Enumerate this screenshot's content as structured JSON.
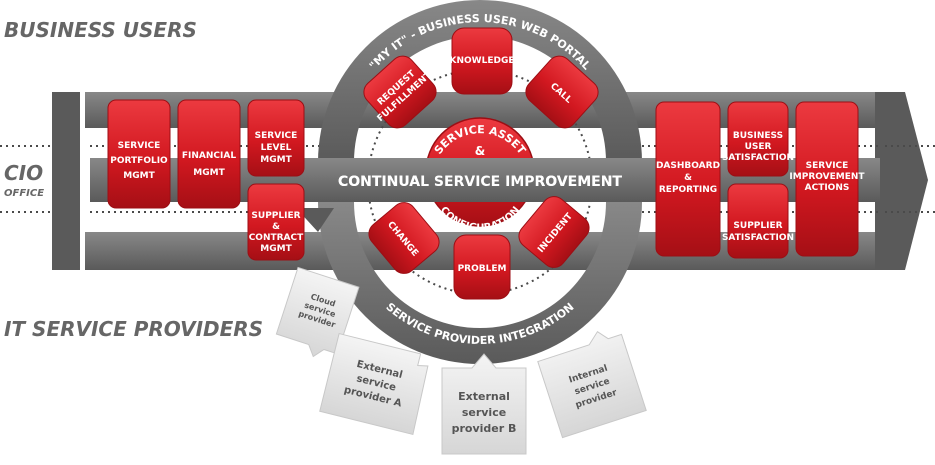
{
  "labels": {
    "business_users": "BUSINESS USERS",
    "cio": "CIO",
    "office": "OFFICE",
    "it_service_providers": "IT SERVICE PROVIDERS",
    "portal_arc": "\"MY IT\" - BUSINESS USER WEB PORTAL",
    "csi_band": "CONTINUAL SERVICE IMPROVEMENT",
    "spi_arc": "SERVICE PROVIDER INTEGRATION"
  },
  "left_boxes": {
    "service_portfolio": [
      "SERVICE",
      "PORTFOLIO",
      "MGMT"
    ],
    "financial": [
      "FINANCIAL",
      "MGMT"
    ],
    "service_level": [
      "SERVICE",
      "LEVEL",
      "MGMT"
    ],
    "supplier_contract": [
      "SUPPLIER",
      "&",
      "CONTRACT",
      "MGMT"
    ]
  },
  "right_boxes": {
    "dashboard": [
      "DASHBOARD",
      "&",
      "REPORTING"
    ],
    "business_user_sat": [
      "BUSINESS",
      "USER",
      "SATISFACTION"
    ],
    "supplier_sat": [
      "SUPPLIER",
      "SATISFACTION"
    ],
    "service_improvement": [
      "SERVICE",
      "IMPROVEMENT",
      "ACTIONS"
    ]
  },
  "hub": {
    "top": "SERVICE ASSET",
    "middle": "&",
    "bottom": "CONFIGURATION"
  },
  "petals": {
    "request": [
      "REQUEST",
      "FULFILLMENT"
    ],
    "knowledge": [
      "KNOWLEDGE"
    ],
    "call": [
      "CALL"
    ],
    "change": [
      "CHANGE"
    ],
    "problem": [
      "PROBLEM"
    ],
    "incident": [
      "INCIDENT"
    ]
  },
  "providers": {
    "cloud": [
      "Cloud",
      "service",
      "provider"
    ],
    "external_a": [
      "External",
      "service",
      "provider A"
    ],
    "external_b": [
      "External",
      "service",
      "provider B"
    ],
    "internal": [
      "Internal",
      "service",
      "provider"
    ]
  },
  "colors": {
    "red": "#d21820",
    "red_dark": "#9c0e14",
    "gray_band": "#6e6e6e",
    "gray_dark": "#4a4a4a",
    "gray_text": "#666666",
    "card": "#e9e9e9"
  }
}
